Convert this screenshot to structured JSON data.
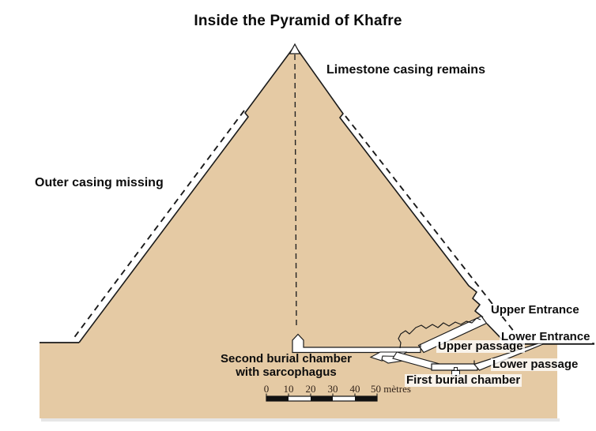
{
  "title": "Inside the Pyramid of Khafre",
  "annotations": {
    "limestone_casing": "Limestone casing remains",
    "outer_casing": "Outer casing missing",
    "upper_entrance": "Upper Entrance",
    "lower_entrance": "Lower Entrance",
    "upper_passage": "Upper passage",
    "lower_passage": "Lower passage",
    "second_burial_chamber_line1": "Second burial chamber",
    "second_burial_chamber_line2": "with sarcophagus",
    "first_burial_chamber": "First burial chamber"
  },
  "scale_bar": {
    "ticks": [
      "0",
      "10",
      "20",
      "30",
      "40"
    ],
    "end_label": "50 mètres"
  },
  "colors": {
    "masonry_fill": "#e5caa4",
    "outline": "#1a1a1a",
    "background": "#ffffff"
  }
}
